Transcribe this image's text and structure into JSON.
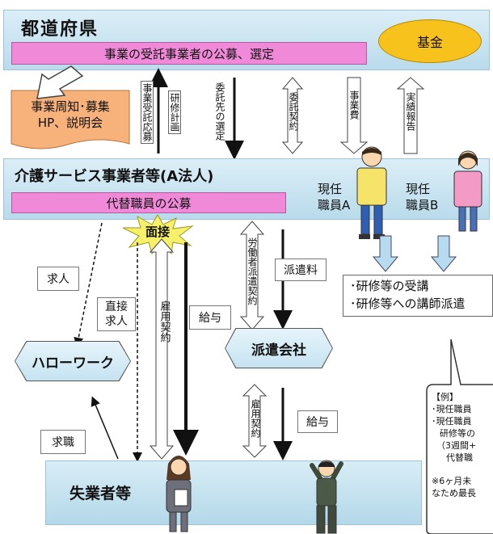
{
  "prefecture": {
    "title": "都道府県",
    "selection_bar": "事業の受託事業者の公募、選定",
    "fund": "基金"
  },
  "publicity": {
    "line1": "事業周知･募集",
    "line2": "HP、説明会"
  },
  "flows_top": {
    "apply": "事業受託応募",
    "training_plan": "研修計画",
    "selection": "委託先の選定",
    "contract": "委託契約",
    "cost": "事業費",
    "report": "実績報告"
  },
  "corporation": {
    "title": "介護サービス事業者等(A法人)",
    "recruit_bar": "代替職員の公募",
    "staff_a_line1": "現任",
    "staff_a_line2": "職員A",
    "staff_b_line1": "現任",
    "staff_b_line2": "職員B"
  },
  "training_box": {
    "line1": "･研修等の受講",
    "line2": "･研修等への講師派遣"
  },
  "interview": "面接",
  "labels": {
    "job_offer": "求人",
    "direct_offer_1": "直接",
    "direct_offer_2": "求人",
    "employment_contract": "雇用契約",
    "salary": "給与",
    "dispatch_contract": "労働者派遣契約",
    "dispatch_fee": "派遣料",
    "employment_contract_2": "雇用契約",
    "salary_2": "給与",
    "job_seeking": "求職"
  },
  "hello_work": "ハローワーク",
  "dispatch_company": "派遣会社",
  "unemployed": "失業者等",
  "example": {
    "heading": "【例】",
    "lines": [
      "･現任職員",
      "･現任職員",
      "研修等の",
      "（3週間+",
      "代替職",
      "※6ヶ月未",
      "なため最長"
    ]
  },
  "colors": {
    "band_blue": "#c6e3f1",
    "pink": "#f08ad8",
    "fund_yellow": "#f7c21b",
    "publicity_orange": "#f6b27a",
    "interview_yellow": "#f7f06a",
    "arrow_blue": "#b8dcef"
  }
}
